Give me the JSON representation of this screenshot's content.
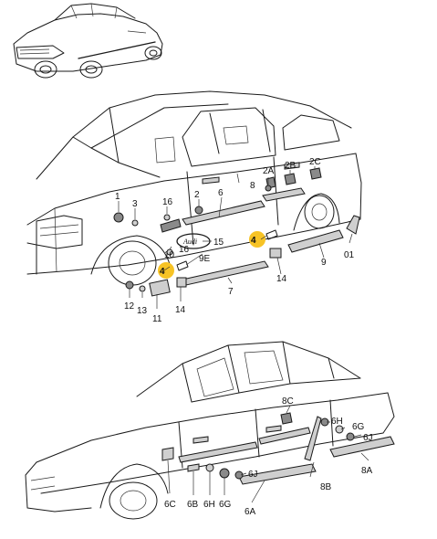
{
  "colors": {
    "line": "#1a1a1a",
    "part": "#cfcfcf",
    "highlight": "#f7c325"
  },
  "badge_text": "Audi",
  "labels": {
    "top": [
      "1",
      "3",
      "16",
      "2",
      "6",
      "8",
      "2A",
      "2B",
      "2C",
      "10",
      "16",
      "15",
      "9E",
      "4",
      "4",
      "14",
      "9",
      "01",
      "12",
      "13",
      "11",
      "14",
      "7"
    ],
    "bottom": [
      "8C",
      "6H",
      "6G",
      "6J",
      "6C",
      "6B",
      "6H",
      "6G",
      "6J",
      "6A",
      "8B",
      "8A"
    ]
  },
  "highlighted_labels": [
    "4",
    "4"
  ]
}
